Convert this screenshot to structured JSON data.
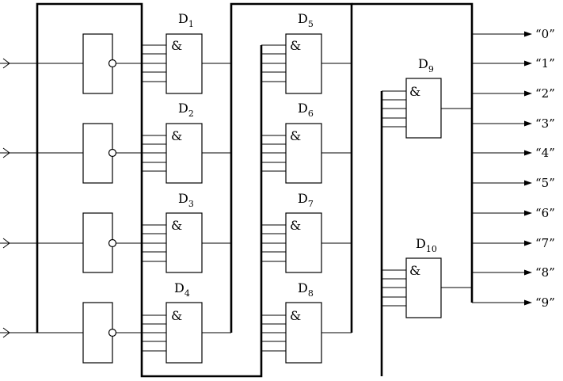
{
  "gates": {
    "and_symbol": "&",
    "d1": {
      "letter": "D",
      "sub": "1"
    },
    "d2": {
      "letter": "D",
      "sub": "2"
    },
    "d3": {
      "letter": "D",
      "sub": "3"
    },
    "d4": {
      "letter": "D",
      "sub": "4"
    },
    "d5": {
      "letter": "D",
      "sub": "5"
    },
    "d6": {
      "letter": "D",
      "sub": "6"
    },
    "d7": {
      "letter": "D",
      "sub": "7"
    },
    "d8": {
      "letter": "D",
      "sub": "8"
    },
    "d9": {
      "letter": "D",
      "sub": "9"
    },
    "d10": {
      "letter": "D",
      "sub": "10"
    }
  },
  "outputs": [
    "“0”",
    "“1”",
    "“2”",
    "“3”",
    "“4”",
    "“5”",
    "“6”",
    "“7”",
    "“8”",
    "“9”"
  ]
}
